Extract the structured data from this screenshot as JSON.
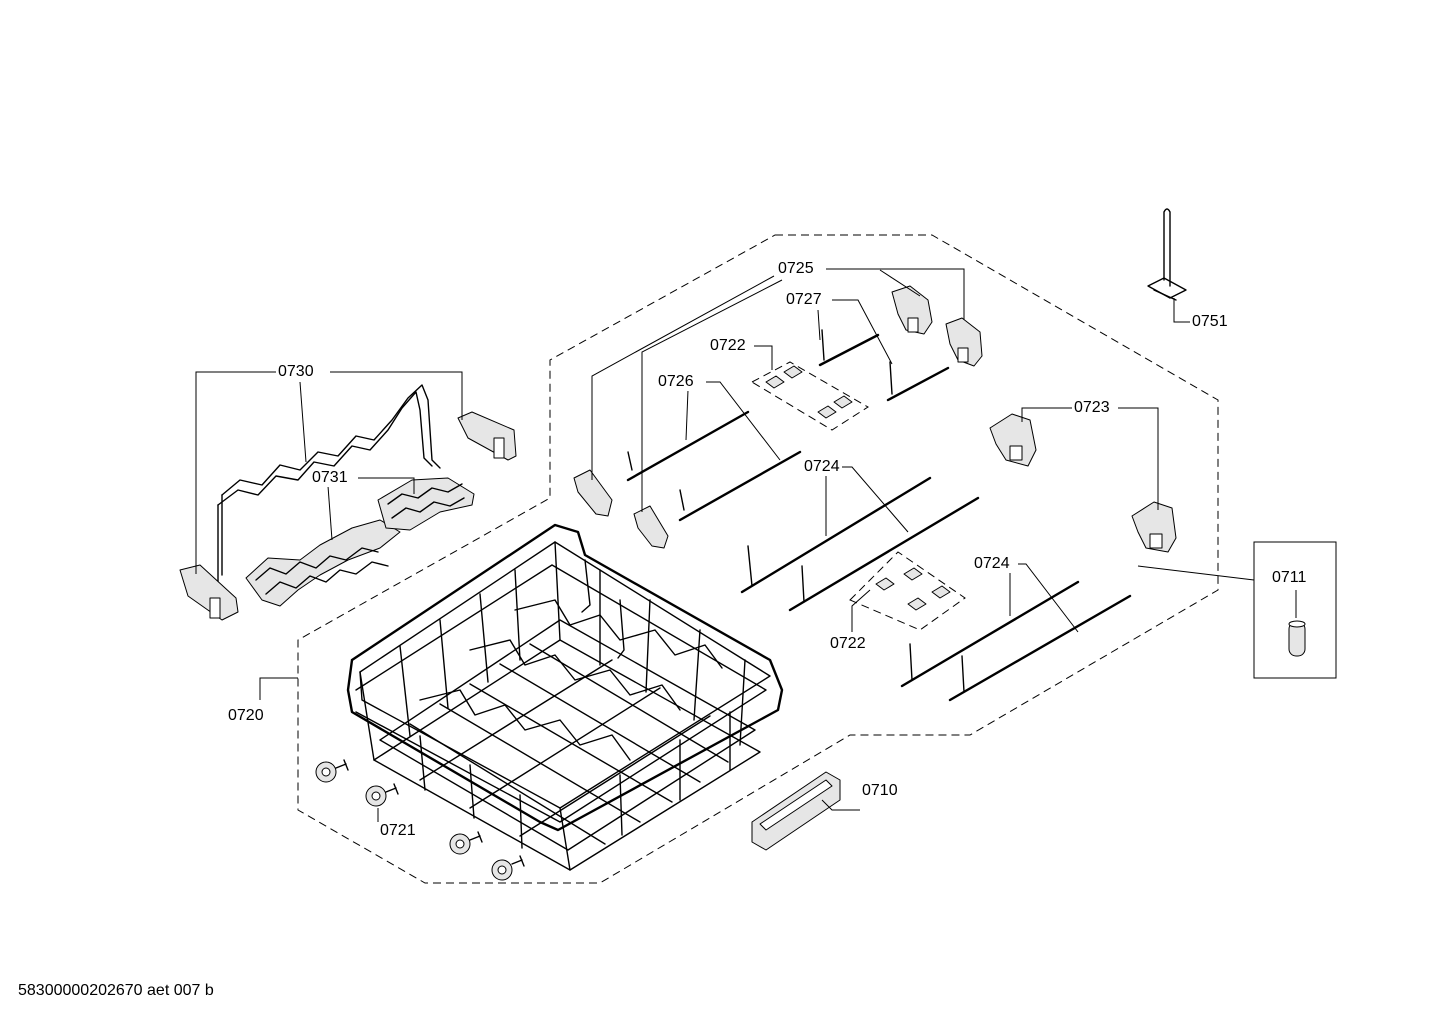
{
  "diagram": {
    "document_id": "58300000202670 aet 007 b",
    "callouts": {
      "c0710": "0710",
      "c0711": "0711",
      "c0720": "0720",
      "c0721": "0721",
      "c0722a": "0722",
      "c0722b": "0722",
      "c0723": "0723",
      "c0724a": "0724",
      "c0724b": "0724",
      "c0725": "0725",
      "c0726": "0726",
      "c0727": "0727",
      "c0730": "0730",
      "c0731": "0731",
      "c0751": "0751"
    },
    "colors": {
      "line": "#000000",
      "background": "#ffffff",
      "part_shade": "#e6e6e6"
    }
  }
}
